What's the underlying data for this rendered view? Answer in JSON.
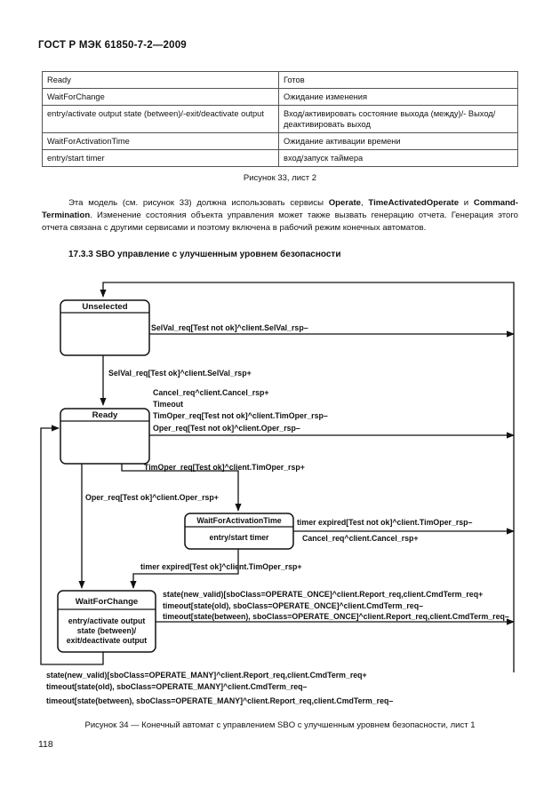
{
  "header": {
    "title": "ГОСТ Р МЭК 61850-7-2—2009"
  },
  "glossary": [
    {
      "en": "Ready",
      "ru": "Готов"
    },
    {
      "en": "WaitForChange",
      "ru": "Ожидание изменения"
    },
    {
      "en": "entry/activate   output   state   (between)/-exit/deactivate output",
      "ru": "Вход/активировать состояние выхода (между)/- Выход/деактивировать выход"
    },
    {
      "en": "WaitForActivationTime",
      "ru": "Ожидание  активации  времени"
    },
    {
      "en": "entry/start timer",
      "ru": "вход/запуск таймера"
    }
  ],
  "caption_table": "Рисунок 33, лист 2",
  "paragraph": {
    "p1": "Эта модель (см. рисунок 33) должна использовать сервисы ",
    "b1": "Operate",
    "p2": ", ",
    "b2": "TimeActivatedOperate",
    "p3": " и ",
    "b3": "Command-Termination",
    "p4": ". Изменение состояния объекта управления может также вызвать генерацию отчета. Генерация этого отчета связана с другими сервисами и поэтому включена в рабочий режим конечных автоматов."
  },
  "section_heading": "17.3.3 SBO управление с улучшенным уровнем безопасности",
  "diagram": {
    "states": {
      "unselected": "Unselected",
      "ready": "Ready",
      "wait_activation": "WaitForActivationTime",
      "wait_activation_entry": "entry/start timer",
      "wait_change": "WaitForChange",
      "wait_change_entry_1": "entry/activate output",
      "wait_change_entry_2": "state (between)/",
      "wait_change_entry_3": "exit/deactivate output"
    },
    "transitions": {
      "selval_not_ok": "SelVal_req[Test not ok]^client.SelVal_rsp–",
      "selval_ok": "SelVal_req[Test ok]^client.SelVal_rsp+",
      "ready_exit_1": "Cancel_req^client.Cancel_rsp+",
      "ready_exit_2": "Timeout",
      "ready_exit_3": "TimOper_req[Test not ok]^client.TimOper_rsp–",
      "ready_exit_4": "Oper_req[Test not ok]^client.Oper_rsp–",
      "timoper_ok": "TimOper_req[Test ok]^client.TimOper_rsp+",
      "oper_ok": "Oper_req[Test ok]^client.Oper_rsp+",
      "timer_not_ok": "timer expired[Test not ok]^client.TimOper_rsp–",
      "wa_cancel": "Cancel_req^client.Cancel_rsp+",
      "timer_ok": "timer expired[Test ok]^client.TimOper_rsp+",
      "once_1": "state(new_valid)[sboClass=OPERATE_ONCE]^client.Report_req,client.CmdTerm_req+",
      "once_2": "timeout[state(old), sboClass=OPERATE_ONCE]^client.CmdTerm_req–",
      "once_3": "timeout[state(between), sboClass=OPERATE_ONCE]^client.Report_req,client.CmdTerm_req–",
      "many_1": "state(new_valid)[sboClass=OPERATE_MANY]^client.Report_req,client.CmdTerm_req+",
      "many_2": "timeout[state(old), sboClass=OPERATE_MANY]^client.CmdTerm_req–",
      "many_3": "timeout[state(between), sboClass=OPERATE_MANY]^client.Report_req,client.CmdTerm_req–"
    }
  },
  "figure_caption": "Рисунок 34 — Конечный автомат с управлением SBO с улучшенным уровнем безопасности, лист 1",
  "page_number": "118"
}
